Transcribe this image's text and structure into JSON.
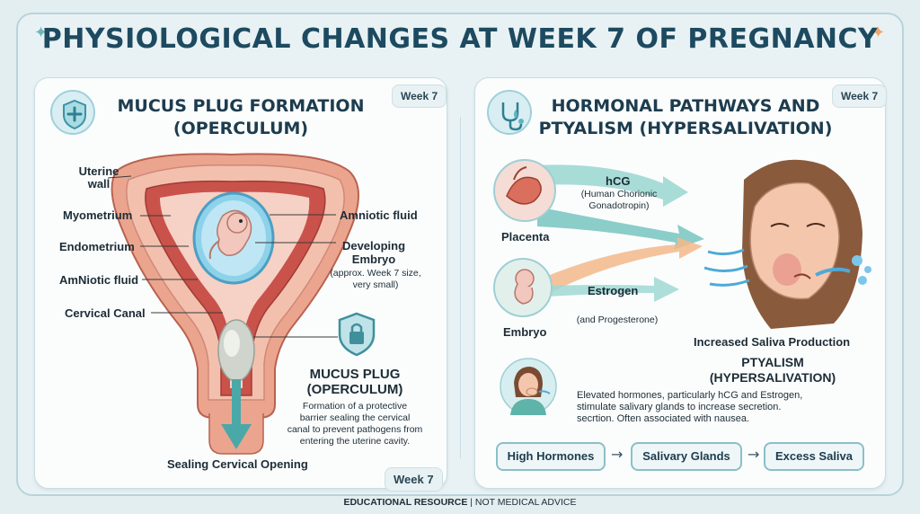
{
  "title": "PHYSIOLOGICAL CHANGES AT WEEK 7 OF PREGNANCY",
  "left_panel": {
    "title_line1": "MUCUS PLUG FORMATION",
    "title_line2": "(OPERCULUM)",
    "week_top": "Week 7",
    "week_bottom": "Week 7",
    "labels": {
      "uterine_wall_1": "Uterine",
      "uterine_wall_2": "wall",
      "myometrium": "Myometrium",
      "endometrium": "Endometrium",
      "amniotic_fluid_left": "AmNiotic fluid",
      "cervical_canal": "Cervical Canal",
      "amniotic_fluid_right": "Amniotic fluid",
      "developing_1": "Developing",
      "developing_2": "Embryo",
      "embryo_note_1": "(approx. Week 7 size,",
      "embryo_note_2": "very small)",
      "plug_1": "MUCUS PLUG",
      "plug_2": "(OPERCULUM)",
      "plug_desc_1": "Formation of a protective",
      "plug_desc_2": "barrier sealing the cervical",
      "plug_desc_3": "canal to prevent pathogens from",
      "plug_desc_4": "entering the uterine cavity.",
      "sealing": "Sealing Cervical Opening"
    }
  },
  "right_panel": {
    "title_line1": "HORMONAL PATHWAYS AND",
    "title_line2": "PTYALISM (HYPERSALIVATION)",
    "week_top": "Week 7",
    "placenta": "Placenta",
    "embryo": "Embryo",
    "hcg": "hCG",
    "hcg_full_1": "(Human Chorionic",
    "hcg_full_2": "Gonadotropin)",
    "estrogen": "Estrogen",
    "progesterone": "(and Progesterone)",
    "increased_saliva": "Increased Saliva Production",
    "ptyalism_1": "PTYALISM",
    "ptyalism_2": "(HYPERSALIVATION)",
    "desc_1": "Elevated hormones, particularly hCG and Estrogen,",
    "desc_2": "stimulate salivary glands to increase secretion.",
    "desc_3": "secrtion. Often associated with nausea.",
    "flow": [
      "High Hormones",
      "Salivary Glands",
      "Excess Saliva"
    ],
    "flow_arrow": "→"
  },
  "footer": {
    "bold": "EDUCATIONAL RESOURCE",
    "rest": " | NOT MEDICAL ADVICE"
  },
  "colors": {
    "title": "#1d4a60",
    "panel_border": "#c8dde2",
    "teal_arrow": "#4aa8a8",
    "orange_arrow": "#f0a56a",
    "tissue": "#e89a8a"
  }
}
